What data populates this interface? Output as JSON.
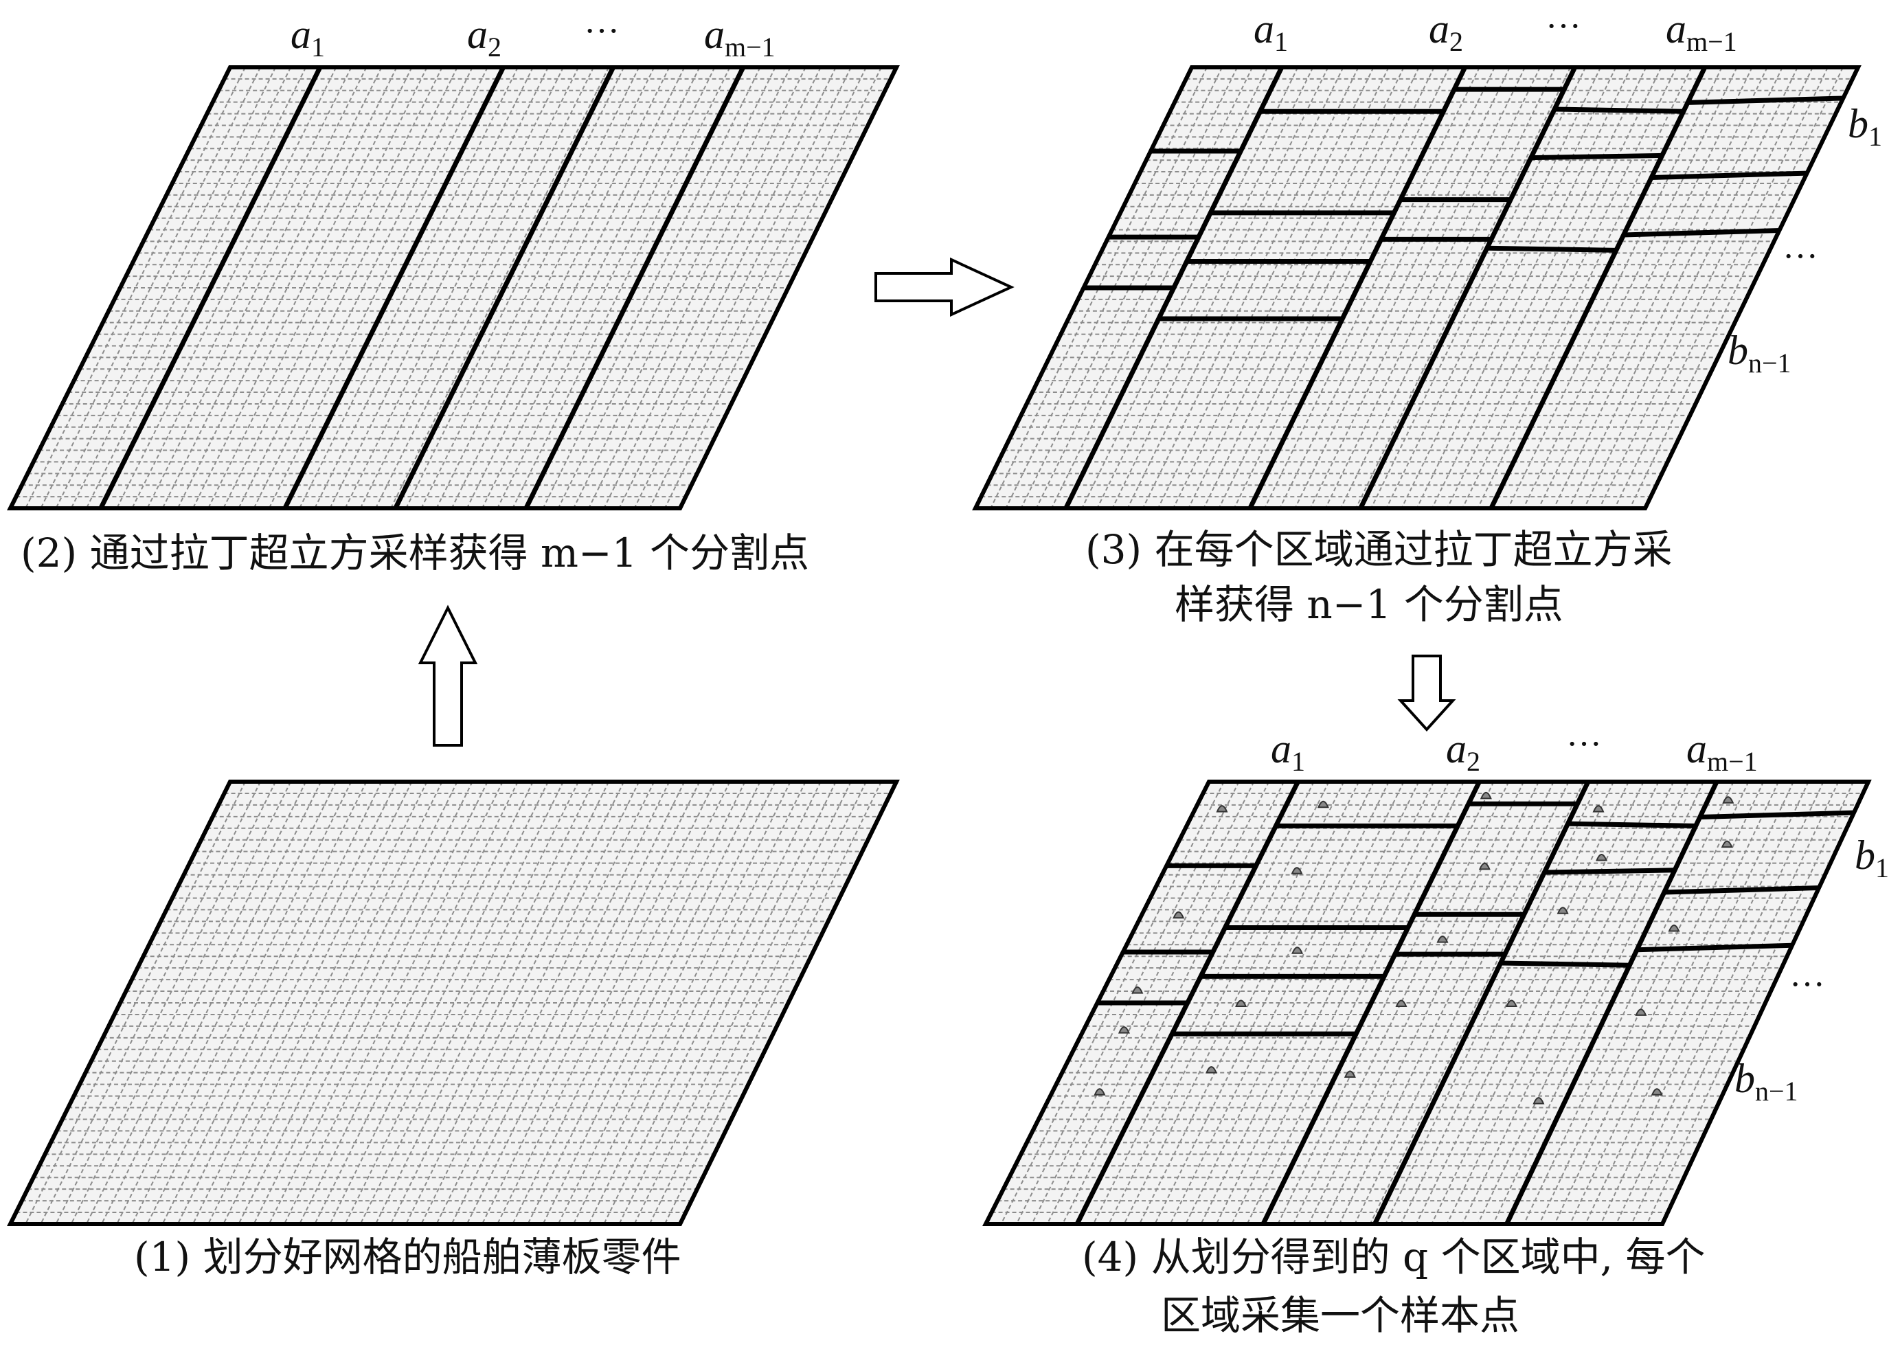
{
  "panels": [
    {
      "id": "p1",
      "caption": [
        "(1)  划分好网格的船舶薄板零件"
      ]
    },
    {
      "id": "p2",
      "caption": [
        "(2)  通过拉丁超立方采样获得 m−1 个分割点"
      ]
    },
    {
      "id": "p3",
      "caption": [
        "(3)  在每个区域通过拉丁超立方采",
        "样获得 n−1 个分割点"
      ]
    },
    {
      "id": "p4",
      "caption": [
        "(4)  从划分得到的 q 个区域中, 每个",
        "区域采集一个样本点"
      ]
    }
  ],
  "labels": {
    "a1": {
      "base": "a",
      "sub": "1"
    },
    "a2": {
      "base": "a",
      "sub": "2"
    },
    "am1": {
      "base": "a",
      "sub": "m−1"
    },
    "b1": {
      "base": "b",
      "sub": "1"
    },
    "bn1": {
      "base": "b",
      "sub": "n−1"
    },
    "ellipsis": "···"
  }
}
